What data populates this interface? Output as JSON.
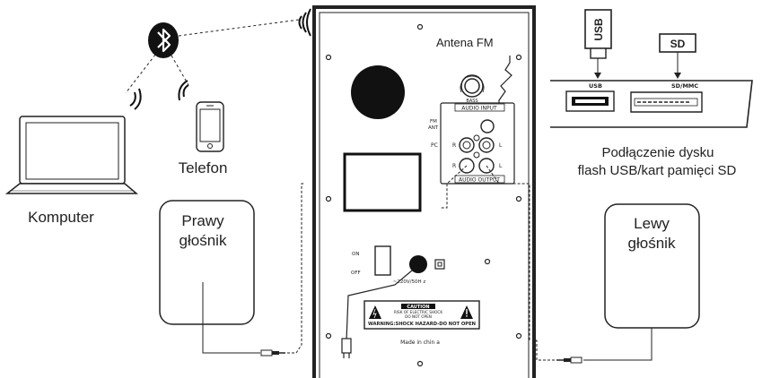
{
  "labels": {
    "antenna": "Antena FM",
    "bass": "BASS",
    "audio_input": "AUDIO INPUT",
    "audio_output": "AUDIO OUTPUT",
    "fm_ant_1": "FM",
    "fm_ant_2": "ANT",
    "pc": "PC",
    "r1": "R",
    "l1": "L",
    "r2": "R",
    "l2": "L",
    "on": "ON",
    "off": "OFF",
    "voltage": "~220V/50H z",
    "made_in": "Made in chin a",
    "caution": "CAUTION",
    "caution_line1": "RISK OF ELECTRIC SHOCK",
    "caution_line2": "DO NOT OPEN",
    "warning": "WARNING:SHOCK HAZARD-DO NOT OPEN"
  },
  "devices": {
    "telefon": "Telefon",
    "komputer": "Komputer",
    "right_speaker_1": "Prawy",
    "right_speaker_2": "głośnik",
    "left_speaker_1": "Lewy",
    "left_speaker_2": "głośnik"
  },
  "usb_sd": {
    "usb_stick": "USB",
    "sd_card": "SD",
    "usb_port": "USB",
    "sd_port": "SD/MMC",
    "caption_1": "Podłączenie dysku",
    "caption_2": "flash USB/kart pamięci SD"
  }
}
